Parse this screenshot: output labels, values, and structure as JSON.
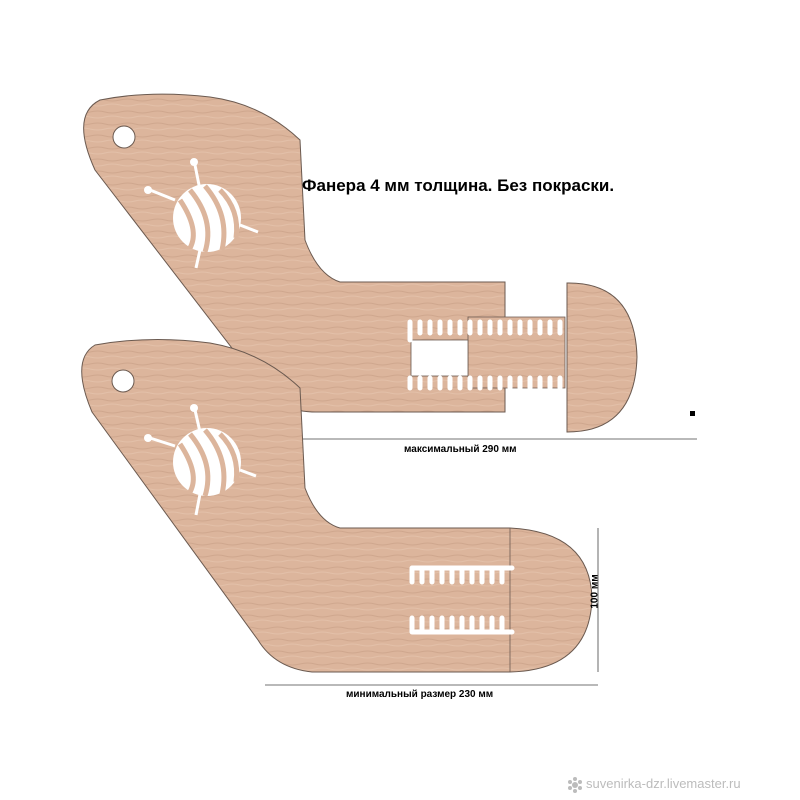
{
  "title": "Фанера 4 мм толщина. Без покраски.",
  "dimensions": {
    "max_label": "максимальный 290 мм",
    "min_label": "минимальный размер 230 мм",
    "height_label": "100 мм"
  },
  "watermark": "suvenirka-dzr.livemaster.ru",
  "colors": {
    "wood": "#dcb59c",
    "wood_grain": "#caa087",
    "outline": "#6b5a50",
    "dimension_line": "#444444"
  },
  "icons": [
    "yarn-ball-icon",
    "knitting-needle-icon",
    "hanging-hole-icon",
    "watermark-flower-icon"
  ]
}
